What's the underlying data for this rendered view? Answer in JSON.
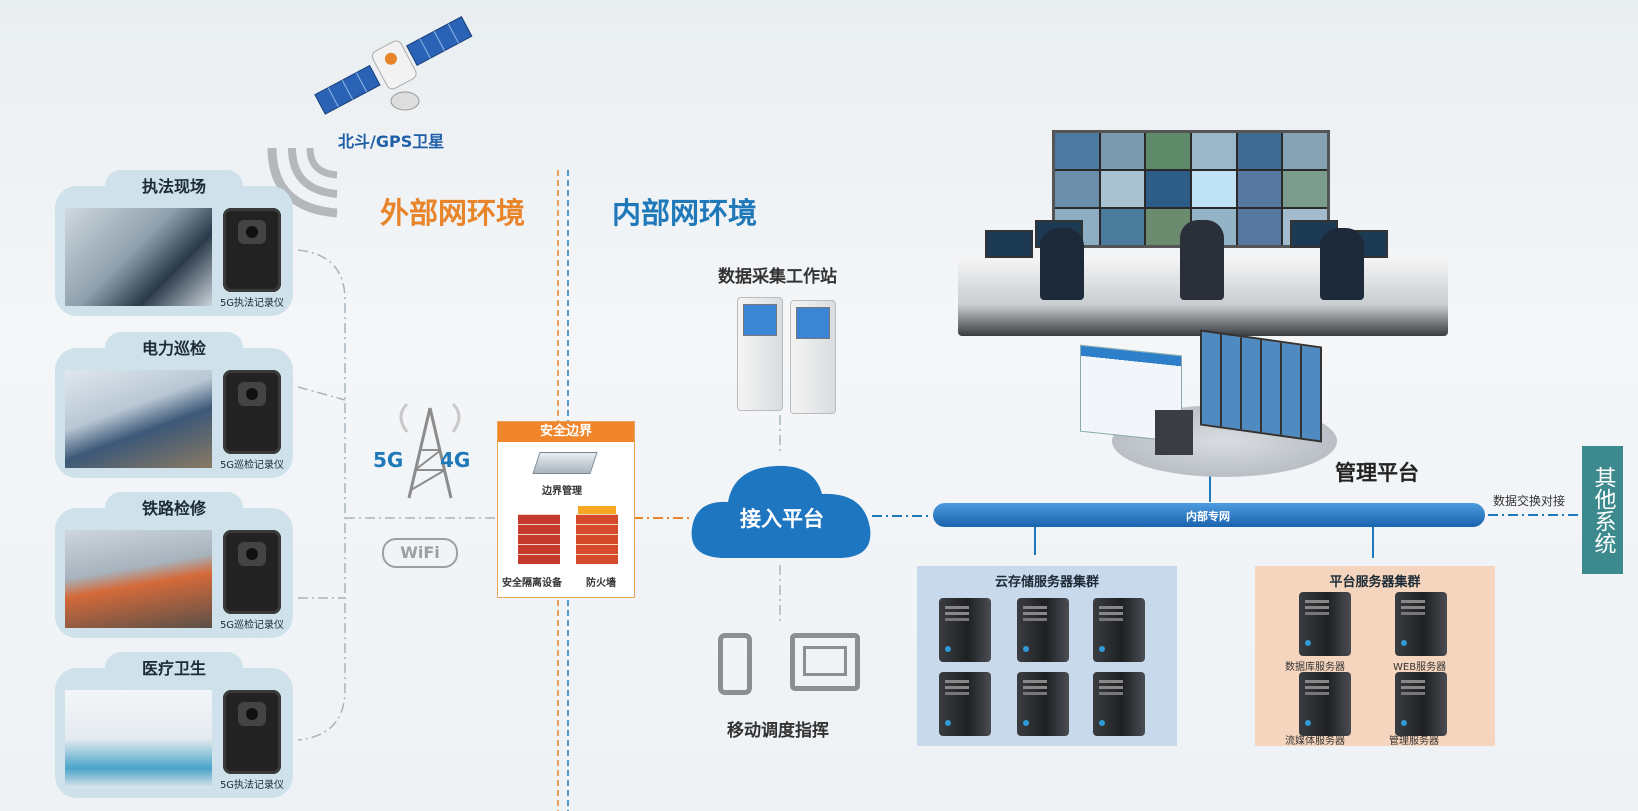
{
  "satellite": {
    "label": "北斗/GPS卫星"
  },
  "zones": {
    "external": "外部网环境",
    "internal": "内部网环境"
  },
  "scenarios": [
    {
      "title": "执法现场",
      "device": "5G执法记录仪"
    },
    {
      "title": "电力巡检",
      "device": "5G巡检记录仪"
    },
    {
      "title": "铁路检修",
      "device": "5G巡检记录仪"
    },
    {
      "title": "医疗卫生",
      "device": "5G执法记录仪"
    }
  ],
  "wireless": {
    "left": "5G",
    "right": "4G",
    "wifi": "WiFi"
  },
  "security": {
    "title": "安全边界",
    "border_mgmt": "边界管理",
    "isolation": "安全隔离设备",
    "firewall": "防火墙"
  },
  "data_station": {
    "label": "数据采集工作站"
  },
  "access": {
    "label": "接入平台"
  },
  "mobile": {
    "label": "移动调度指挥"
  },
  "management": {
    "label": "管理平台"
  },
  "network": {
    "label": "内部专网",
    "exchange": "数据交换对接"
  },
  "other": {
    "label": "其他系统"
  },
  "cloud_cluster": {
    "label": "云存储服务器集群"
  },
  "platform_cluster": {
    "label": "平台服务器集群",
    "servers": [
      "数据库服务器",
      "WEB服务器",
      "流媒体服务器",
      "管理服务器"
    ]
  },
  "colors": {
    "orange": "#e8842a",
    "blue": "#1f78b8",
    "teal": "#3d8a8e",
    "dark": "#1c2b35"
  }
}
